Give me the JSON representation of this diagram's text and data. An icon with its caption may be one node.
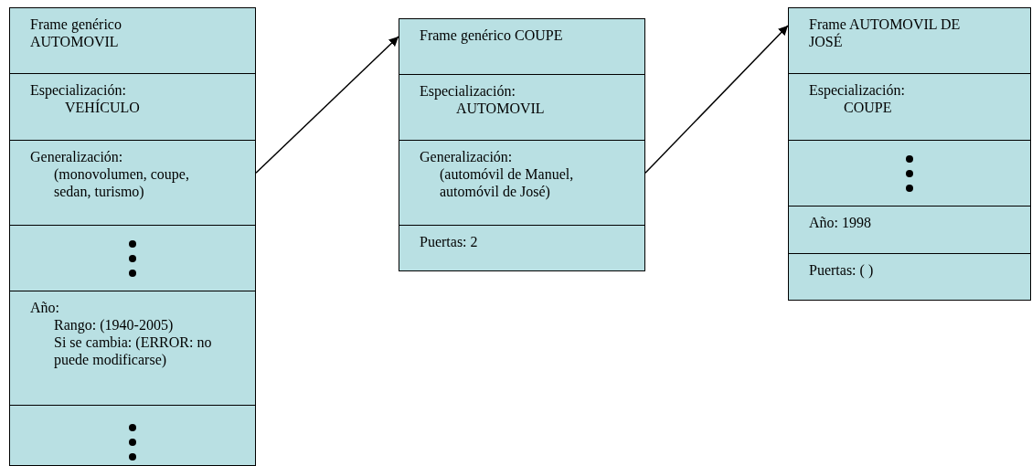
{
  "diagram": {
    "nodes": [
      {
        "text": [],
        "shape": "box"
      },
      {
        "text": [
          "Frame genérico AUTOMOVIL"
        ],
        "in": 0
      },
      {
        "text": [
          "Especialización:",
          "VEHÍCULO"
        ],
        "in": 0
      },
      {
        "text": [
          "Generalización:",
          "(monovolumen, coupe, sedan, turismo)"
        ],
        "in": 0
      },
      {
        "text": [],
        "shape": "box",
        "in": 0
      },
      {
        "text": [
          "Año:",
          "Rango: (1940-2005)",
          "Si se cambia: (ERROR: no puede modificarse)"
        ],
        "in": 0
      },
      {
        "text": [],
        "shape": "box",
        "in": 0
      },
      {
        "text": [],
        "shape": "box"
      },
      {
        "text": [
          "Frame genérico COUPE"
        ],
        "in": 7
      },
      {
        "text": [
          "Especialización:",
          "AUTOMOVIL"
        ],
        "in": 7
      },
      {
        "text": [
          "Generalización:",
          "(automóvil de Manuel, automóvil de José)"
        ],
        "in": 7
      },
      {
        "text": [
          "Puertas: 2"
        ],
        "in": 7
      },
      {
        "text": [],
        "shape": "box"
      },
      {
        "text": [
          "Frame AUTOMOVIL DE JOSÉ"
        ],
        "in": 12
      },
      {
        "text": [
          "Especialización:",
          "COUPE"
        ],
        "in": 12
      },
      {
        "text": [],
        "shape": "box",
        "in": 12
      },
      {
        "text": [
          "Año: 1998"
        ],
        "in": 12
      },
      {
        "text": [
          "Puertas: ( )"
        ],
        "in": 12
      }
    ],
    "edges": [
      {
        "from": 3,
        "to": 8,
        "arrow": "to"
      },
      {
        "from": 10,
        "to": 13,
        "arrow": "to"
      }
    ]
  }
}
